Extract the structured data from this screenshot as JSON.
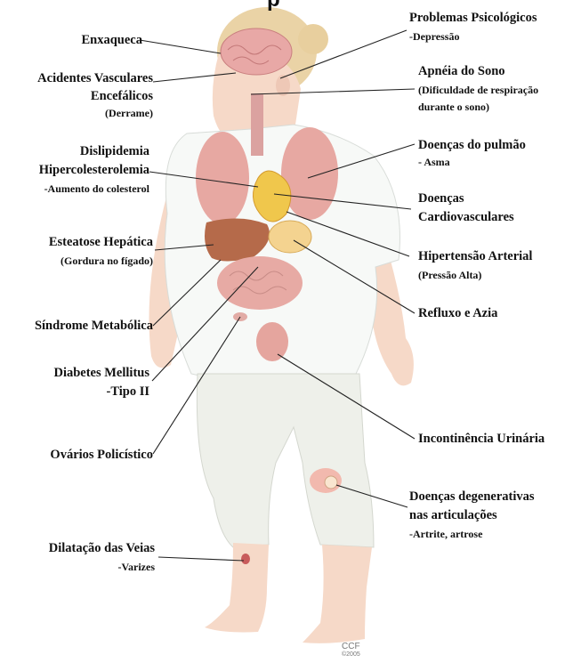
{
  "title_fragment": "p",
  "labels": {
    "enxaqueca": "Enxaqueca",
    "avc_1": "Acidentes Vasculares",
    "avc_2": "Encefálicos",
    "avc_sub": "(Derrame)",
    "dislip_1": "Dislipidemia",
    "dislip_2": "Hipercolesterolemia",
    "dislip_sub": "-Aumento do colesterol",
    "esteatose": "Esteatose Hepática",
    "esteatose_sub": "(Gordura no fígado)",
    "sindrome": "Síndrome Metabólica",
    "diabetes_1": "Diabetes Mellitus",
    "diabetes_2": "-Tipo II",
    "ovarios": "Ovários Policístico",
    "dilatacao": "Dilatação das Veias",
    "dilatacao_sub": "-Varizes",
    "psico": "Problemas Psicológicos",
    "psico_sub": "-Depressão",
    "apneia": "Apnéia do Sono",
    "apneia_sub_1": "(Dificuldade de respiração",
    "apneia_sub_2": "durante o sono)",
    "pulmao": "Doenças do pulmão",
    "pulmao_sub": "- Asma",
    "cardio_1": "Doenças",
    "cardio_2": "Cardiovasculares",
    "hipert": "Hipertensão Arterial",
    "hipert_sub": "(Pressão Alta)",
    "refluxo": "Refluxo e Azia",
    "incont": "Incontinência Urinária",
    "degen_1": "Doenças degenerativas",
    "degen_2": "nas articulações",
    "degen_sub": "-Artrite, artrose"
  },
  "credit": {
    "main": "CCF",
    "year": "©2005"
  },
  "colors": {
    "skin": "#f6d9c8",
    "shirt": "#f7f9f7",
    "pants": "#eef0ea",
    "organ": "#e7a8a2",
    "liver": "#b56a4a",
    "heart": "#f0c74c",
    "line": "#222222"
  }
}
